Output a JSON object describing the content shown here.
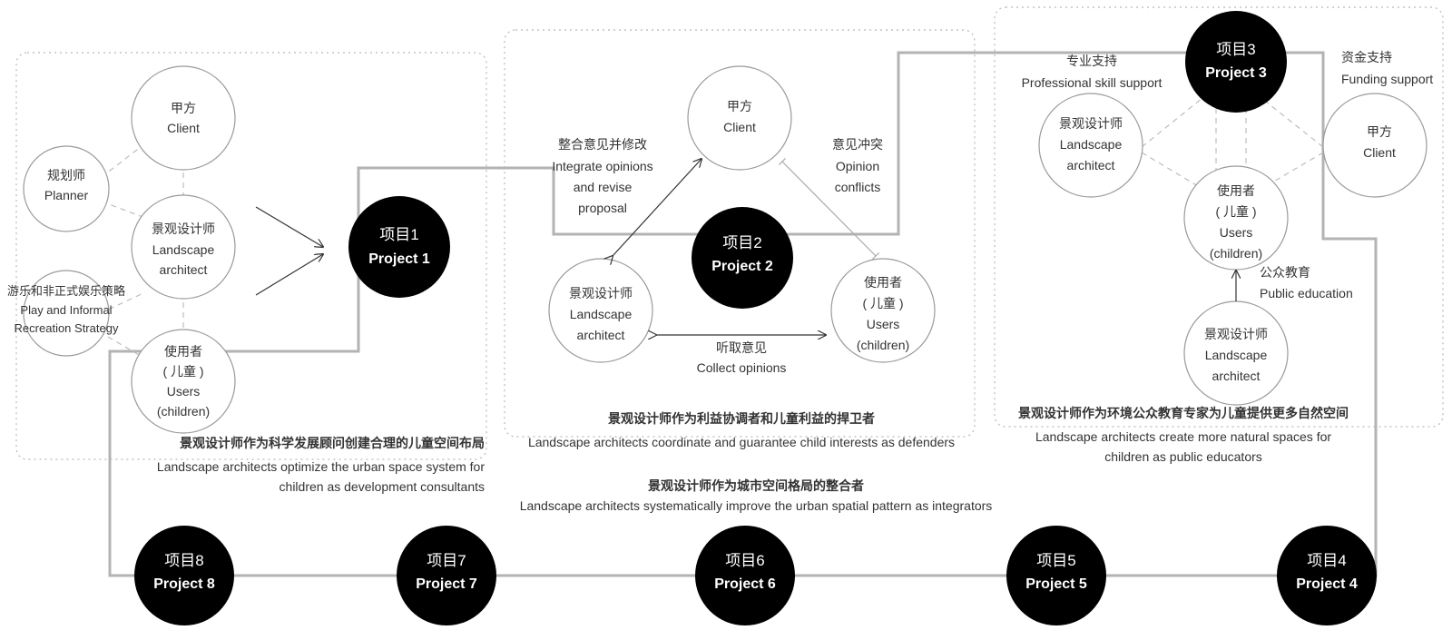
{
  "projects": {
    "p1": {
      "zh": "项目1",
      "en": "Project 1"
    },
    "p2": {
      "zh": "项目2",
      "en": "Project 2"
    },
    "p3": {
      "zh": "项目3",
      "en": "Project 3"
    },
    "p4": {
      "zh": "项目4",
      "en": "Project 4"
    },
    "p5": {
      "zh": "项目5",
      "en": "Project 5"
    },
    "p6": {
      "zh": "项目6",
      "en": "Project 6"
    },
    "p7": {
      "zh": "项目7",
      "en": "Project 7"
    },
    "p8": {
      "zh": "项目8",
      "en": "Project 8"
    }
  },
  "panel1": {
    "client": {
      "zh": "甲方",
      "en": "Client"
    },
    "planner": {
      "zh": "规划师",
      "en": "Planner"
    },
    "architect": {
      "zh": "景观设计师",
      "en1": "Landscape",
      "en2": "architect"
    },
    "strategy": {
      "zh": "游乐和非正式娱乐策略",
      "en1": "Play and Informal",
      "en2": "Recreation Strategy"
    },
    "users": {
      "zh": "使用者",
      "zh2": "( 儿童 )",
      "en1": "Users",
      "en2": "(children)"
    },
    "caption_zh": "景观设计师作为科学发展顾问创建合理的儿童空间布局",
    "caption_en1": "Landscape architects optimize the urban space system for",
    "caption_en2": "children as development consultants"
  },
  "panel2": {
    "client": {
      "zh": "甲方",
      "en": "Client"
    },
    "architect": {
      "zh": "景观设计师",
      "en1": "Landscape",
      "en2": "architect"
    },
    "users": {
      "zh": "使用者",
      "zh2": "( 儿童 )",
      "en1": "Users",
      "en2": "(children)"
    },
    "integrate": {
      "zh": "整合意见并修改",
      "en1": "Integrate opinions",
      "en2": "and revise",
      "en3": "proposal"
    },
    "conflict": {
      "zh": "意见冲突",
      "en1": "Opinion",
      "en2": "conflicts"
    },
    "collect": {
      "zh": "听取意见",
      "en": "Collect opinions"
    },
    "caption_zh": "景观设计师作为利益协调者和儿童利益的捍卫者",
    "caption_en": "Landscape architects coordinate and guarantee child interests as defenders"
  },
  "panel3": {
    "architect_top": {
      "zh": "景观设计师",
      "en1": "Landscape",
      "en2": "architect"
    },
    "client": {
      "zh": "甲方",
      "en": "Client"
    },
    "users": {
      "zh": "使用者",
      "zh2": "( 儿童 )",
      "en1": "Users",
      "en2": "(children)"
    },
    "architect_bottom": {
      "zh": "景观设计师",
      "en1": "Landscape",
      "en2": "architect"
    },
    "skill": {
      "zh": "专业支持",
      "en": "Professional skill support"
    },
    "funding": {
      "zh": "资金支持",
      "en": "Funding support"
    },
    "education": {
      "zh": "公众教育",
      "en": "Public education"
    },
    "caption_zh": "景观设计师作为环境公众教育专家为儿童提供更多自然空间",
    "caption_en1": "Landscape architects create more natural spaces for",
    "caption_en2": "children as public educators"
  },
  "integrator": {
    "zh": "景观设计师作为城市空间格局的整合者",
    "en": "Landscape architects systematically improve the urban spatial pattern as integrators"
  },
  "colors": {
    "project_fill": "#000000",
    "path": "#b3b3b3",
    "node_stroke": "#9a9a9a"
  }
}
